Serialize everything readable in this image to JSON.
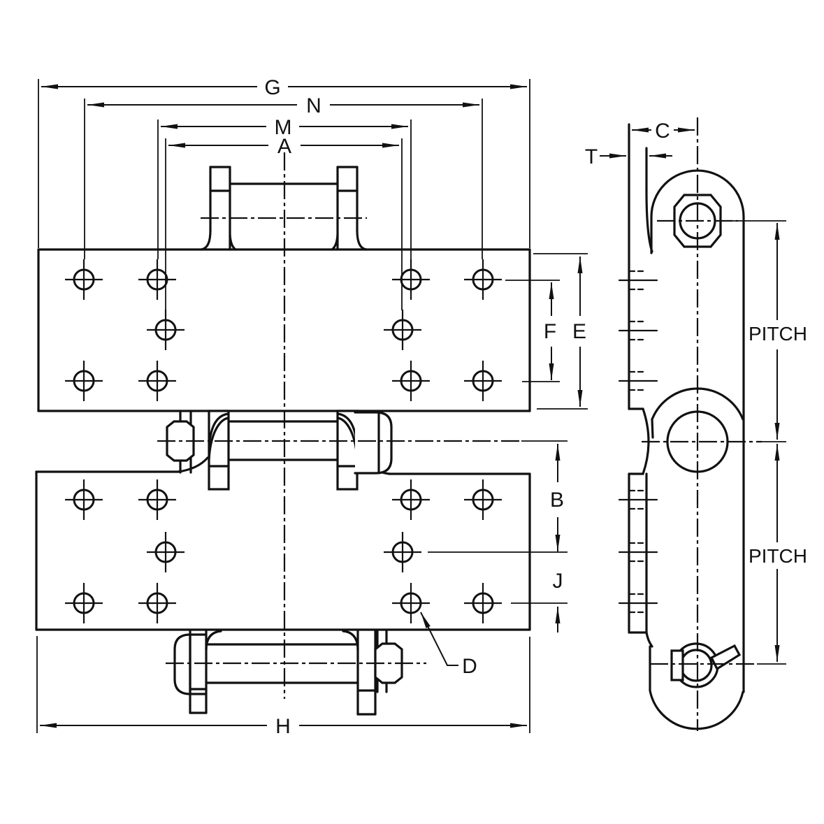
{
  "drawing": {
    "description": "Engineering drawing of an attachment chain link: plan view with drilled attachment plates and edge view with pitch dimensions",
    "colors": {
      "line": "#111111",
      "background": "#ffffff"
    }
  },
  "labels": {
    "G": "G",
    "N": "N",
    "M": "M",
    "A": "A",
    "C": "C",
    "T": "T",
    "E": "E",
    "F": "F",
    "B": "B",
    "J": "J",
    "D": "D",
    "H": "H",
    "pitch": "PITCH"
  }
}
